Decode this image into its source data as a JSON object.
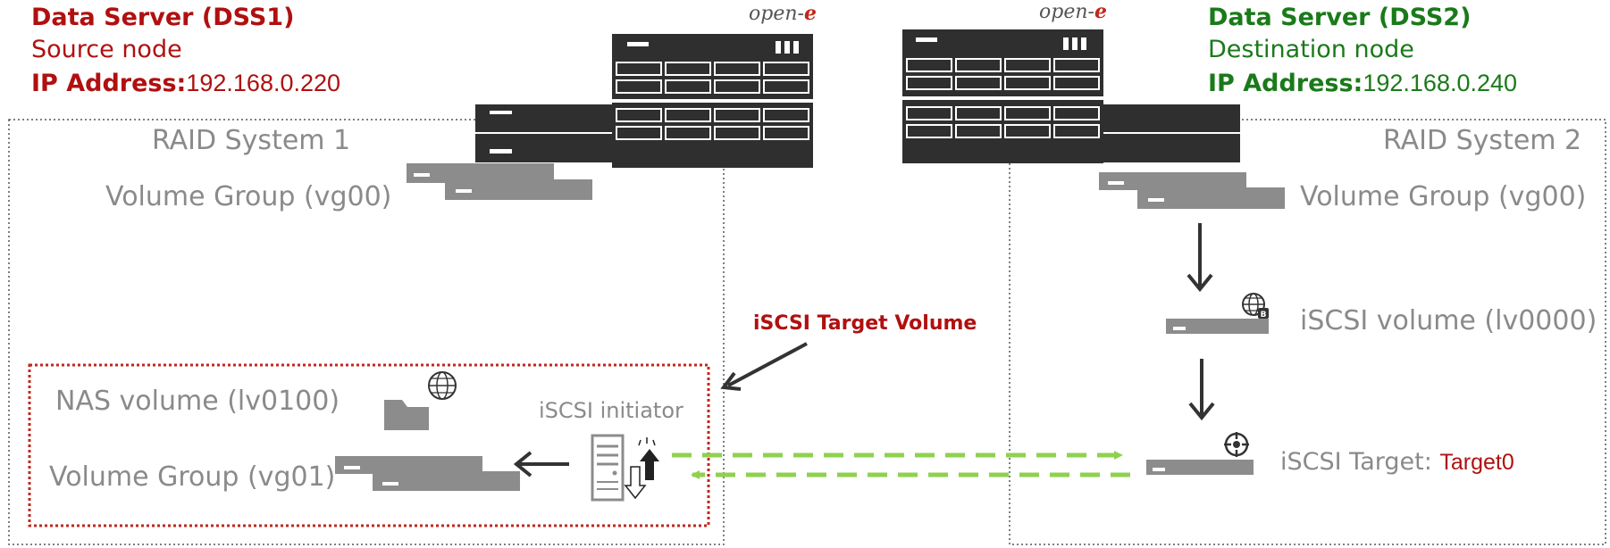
{
  "dss1": {
    "title": "Data Server (DSS1)",
    "role": "Source node",
    "ip_label": "IP Address:",
    "ip_value": "192.168.0.220"
  },
  "dss2": {
    "title": "Data Server (DSS2)",
    "role": "Destination node",
    "ip_label": "IP Address:",
    "ip_value": "192.168.0.240"
  },
  "logo": {
    "prefix": "open-",
    "suffix": "e"
  },
  "left_panel": {
    "raid_label": "RAID System 1",
    "vg_label": "Volume Group (vg00)",
    "nas_label": "NAS volume (lv0100)",
    "vg01_label": "Volume Group (vg01)",
    "initiator_label": "iSCSI initiator"
  },
  "right_panel": {
    "raid_label": "RAID System 2",
    "vg_label": "Volume Group (vg00)",
    "iscsi_volume_label": "iSCSI volume (lv0000)",
    "iscsi_target_label": "iSCSI Target: ",
    "iscsi_target_name": "Target0"
  },
  "callout": "iSCSI Target Volume",
  "colors": {
    "red": "#b01010",
    "green": "#1a7a1a",
    "gray_text": "#8a8a8a",
    "device_dark": "#2f2f2f",
    "device_gray": "#8c8c8c",
    "link_green": "#8fd14f"
  }
}
